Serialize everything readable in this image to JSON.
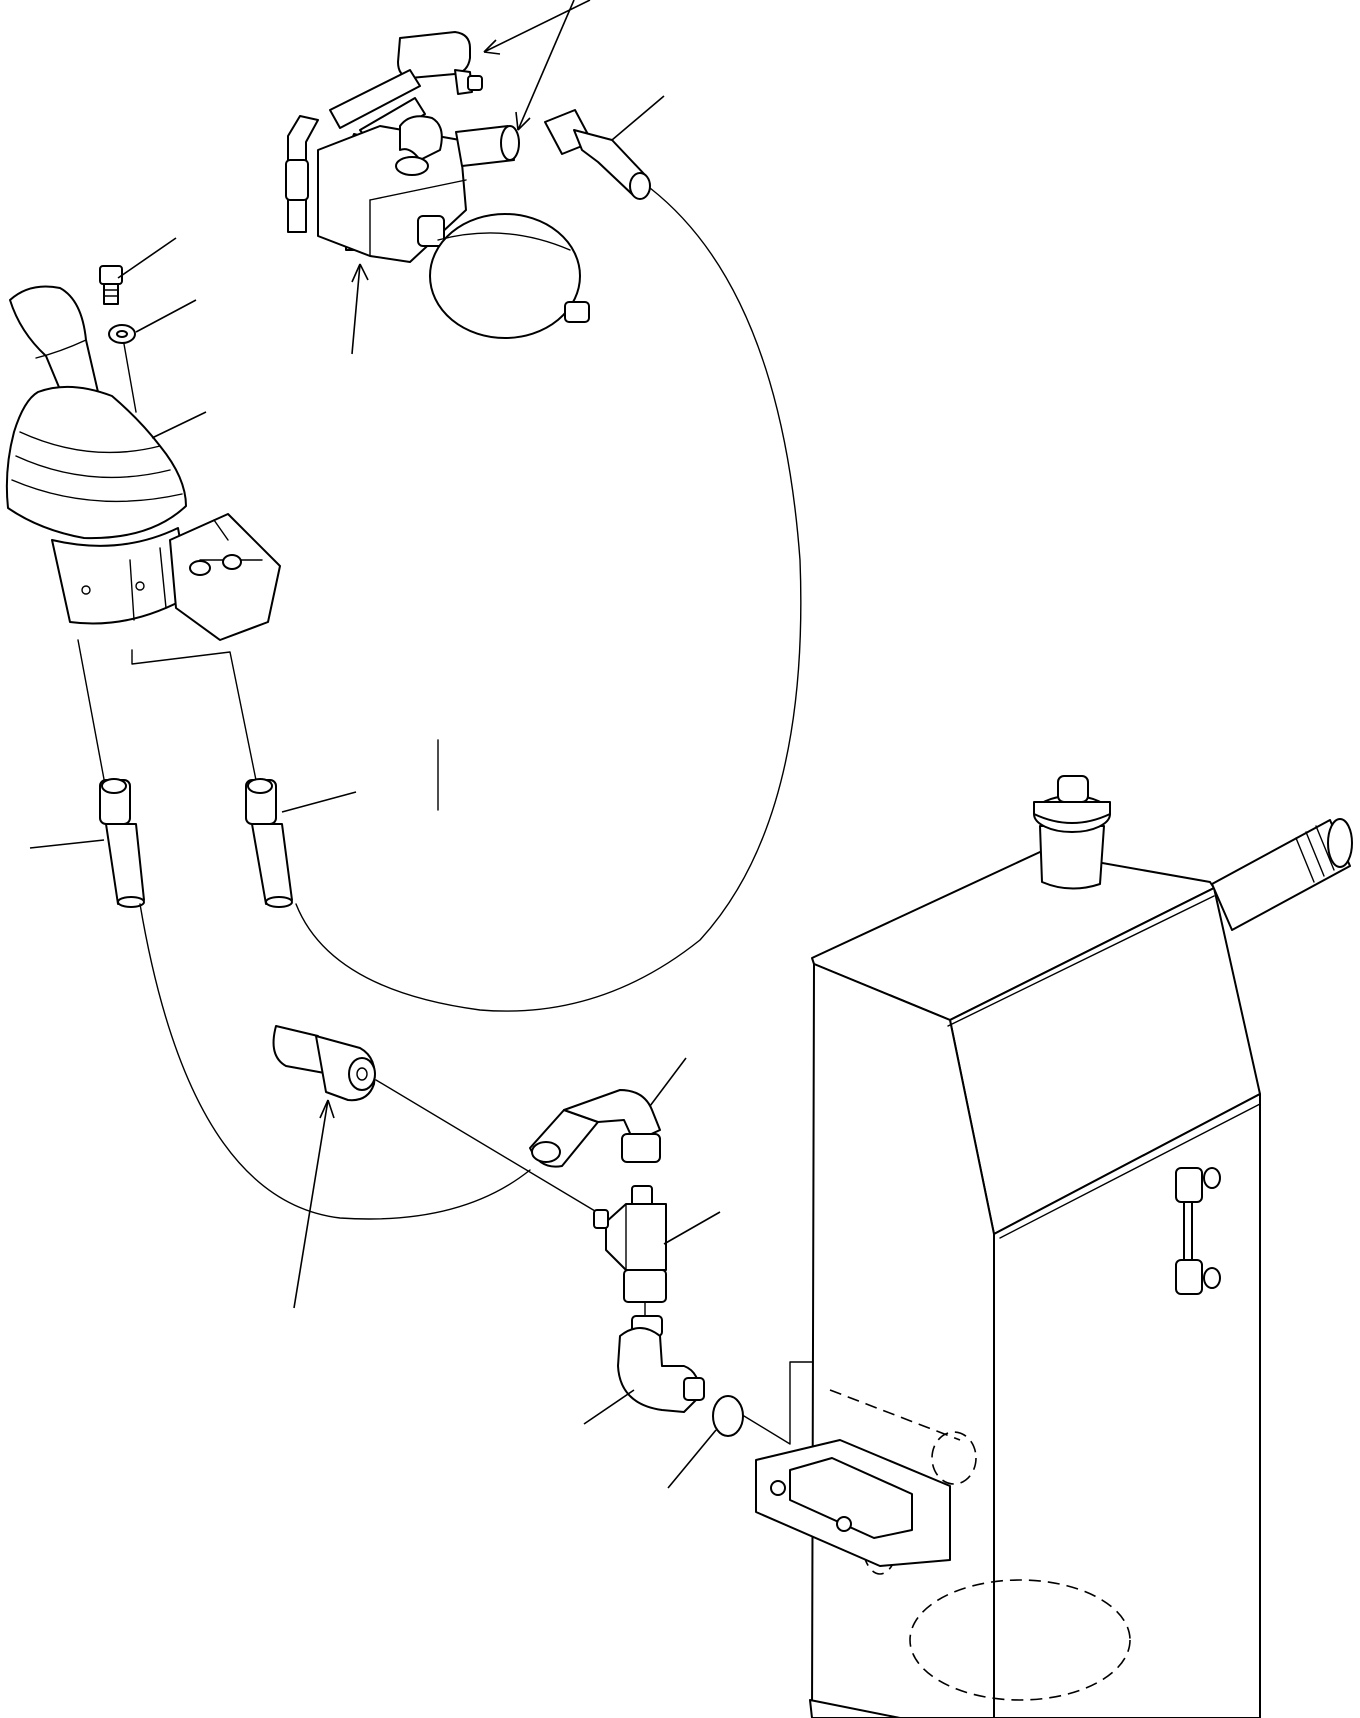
{
  "drawing": {
    "background": "#ffffff",
    "line_color": "#000000",
    "components": [
      "control-lever",
      "lever-boot",
      "mounting-bolt",
      "washer",
      "accumulator-valve-block",
      "accumulator",
      "pilot-hose-a",
      "pilot-hose-b",
      "pilot-hose-c",
      "return-hose",
      "tee-fitting",
      "elbow-fitting",
      "o-ring",
      "hydraulic-tank",
      "tank-filler-cap",
      "tank-sight-gauge",
      "tank-breather-pipe"
    ],
    "callout_count": 14
  }
}
